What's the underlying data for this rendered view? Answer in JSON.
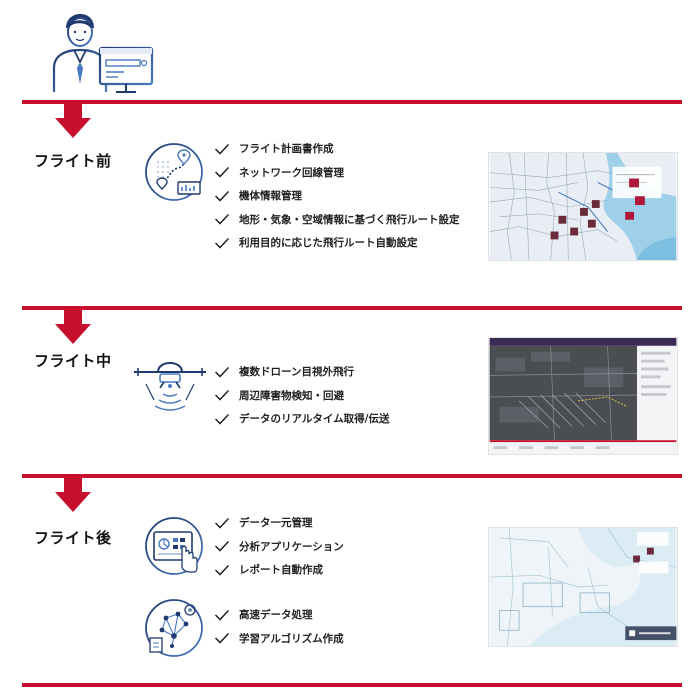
{
  "phases": [
    {
      "label": "フライト前",
      "items": [
        "フライト計画書作成",
        "ネットワーク回線管理",
        "機体情報管理",
        "地形・気象・空域情報に基づく飛行ルート設定",
        "利用目的に応じた飛行ルート自動設定"
      ]
    },
    {
      "label": "フライト中",
      "items": [
        "複数ドローン目視外飛行",
        "周辺障害物検知・回避",
        "データのリアルタイム取得/伝送"
      ]
    },
    {
      "label": "フライト後",
      "items_a": [
        "データ一元管理",
        "分析アプリケーション",
        "レポート自動作成"
      ],
      "items_b": [
        "高速データ処理",
        "学習アルゴリズム作成"
      ]
    }
  ],
  "colors": {
    "accent_red": "#c8102e",
    "icon_navy": "#1f3a6e",
    "icon_blue": "#4a79c0"
  }
}
